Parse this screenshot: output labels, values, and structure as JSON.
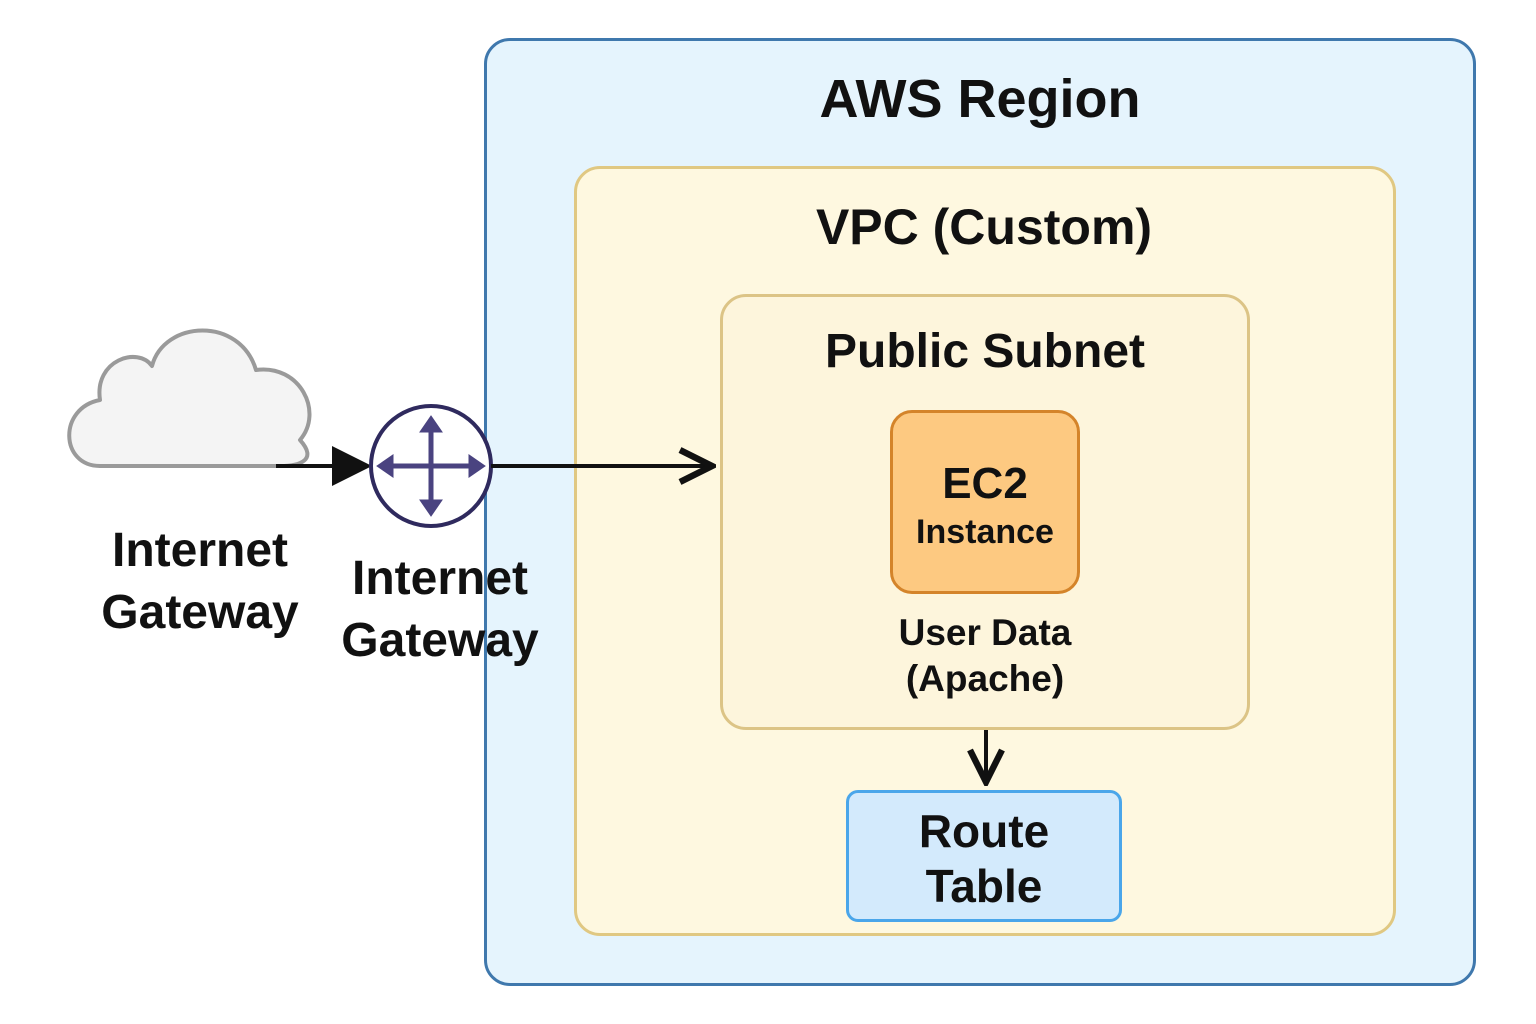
{
  "diagram": {
    "region": {
      "title": "AWS Region",
      "fill": "#e5f4fd",
      "stroke": "#3f78ad"
    },
    "vpc": {
      "title": "VPC (Custom)",
      "fill": "#fef8e0",
      "stroke": "#e0c882"
    },
    "subnet": {
      "title": "Public Subnet",
      "fill": "#fdf5dc",
      "stroke": "#dcc486"
    },
    "ec2": {
      "title": "EC2",
      "subtitle": "Instance",
      "fill": "#fdc981",
      "stroke": "#d4842a"
    },
    "user_data": {
      "line1": "User Data",
      "line2": "(Apache)"
    },
    "route_table": {
      "line1": "Route",
      "line2": "Table",
      "fill": "#d3eafc",
      "stroke": "#4aa6ea"
    },
    "cloud": {
      "icon": "cloud-icon",
      "label_line1": "Internet",
      "label_line2": "Gateway"
    },
    "router": {
      "icon": "router-icon",
      "label_line1": "Internet",
      "label_line2": "Gateway",
      "stroke": "#2f2a5e",
      "arrow_color": "#4a4380"
    }
  }
}
